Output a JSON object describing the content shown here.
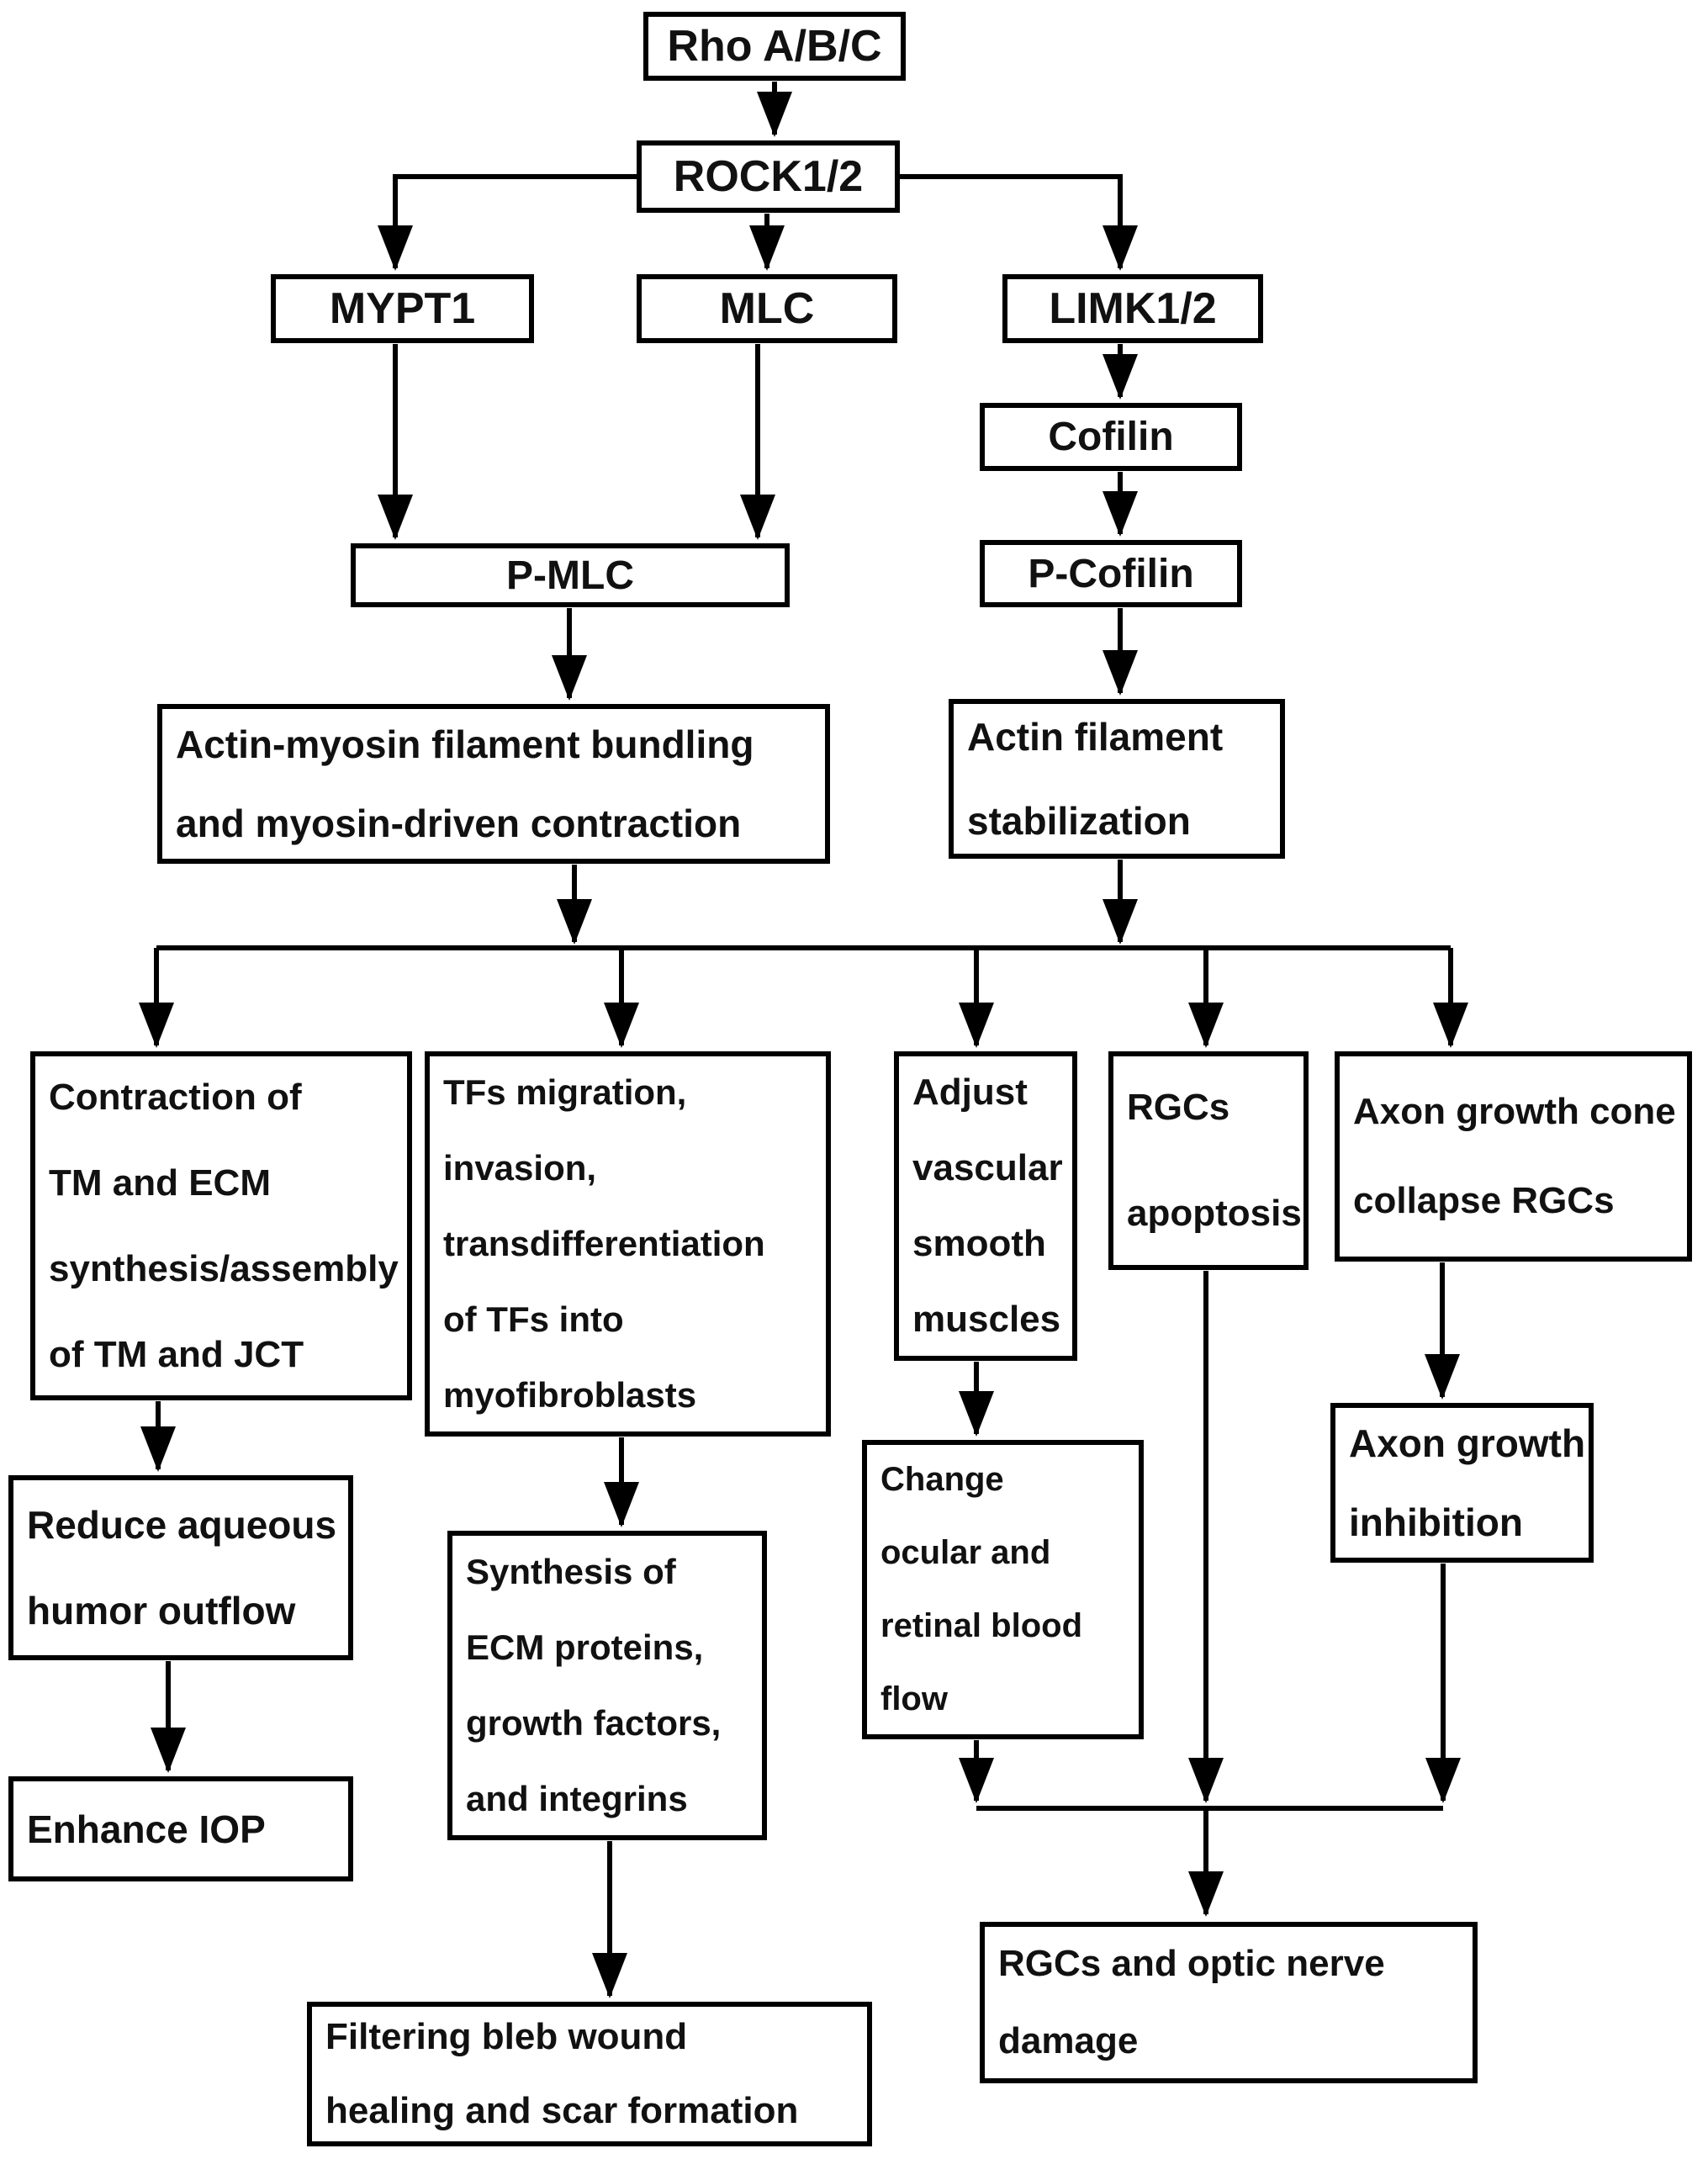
{
  "figure": {
    "type": "flowchart",
    "colors": {
      "background": "#ffffff",
      "box_fill": "#ffffff",
      "box_border": "#000000",
      "connector": "#000000",
      "text": "#111111"
    },
    "nodes": {
      "rho": {
        "lines": [
          "Rho A/B/C"
        ]
      },
      "rock": {
        "lines": [
          "ROCK1/2"
        ]
      },
      "mypt1": {
        "lines": [
          "MYPT1"
        ]
      },
      "mlc": {
        "lines": [
          "MLC"
        ]
      },
      "limk": {
        "lines": [
          "LIMK1/2"
        ]
      },
      "cofilin": {
        "lines": [
          "Cofilin"
        ]
      },
      "pcofilin": {
        "lines": [
          "P-Cofilin"
        ]
      },
      "pmlc": {
        "lines": [
          "P-MLC"
        ]
      },
      "actin_myosin": {
        "lines": [
          "Actin-myosin filament bundling",
          "and myosin-driven contraction"
        ]
      },
      "actin_stab": {
        "lines": [
          "Actin filament",
          "stabilization"
        ]
      },
      "contraction": {
        "lines": [
          "Contraction of",
          "TM and ECM",
          "synthesis/assembly",
          "of TM and JCT"
        ]
      },
      "tfs": {
        "lines": [
          "TFs migration,",
          "invasion,",
          "transdifferentiation",
          "of TFs into",
          "myofibroblasts"
        ]
      },
      "adjust": {
        "lines": [
          "Adjust",
          "vascular",
          "smooth",
          "muscles"
        ]
      },
      "rgcs_apoptosis": {
        "lines": [
          "RGCs",
          "apoptosis"
        ]
      },
      "axon_cone": {
        "lines": [
          "Axon growth cone",
          "collapse RGCs"
        ]
      },
      "reduce_outflow": {
        "lines": [
          "Reduce aqueous",
          "humor outflow"
        ]
      },
      "enhance_iop": {
        "lines": [
          "Enhance IOP"
        ]
      },
      "synthesis": {
        "lines": [
          "Synthesis of",
          "ECM proteins,",
          "growth factors,",
          "and integrins"
        ]
      },
      "change_flow": {
        "lines": [
          "Change",
          "ocular and",
          "retinal blood",
          "flow"
        ]
      },
      "axon_inhibition": {
        "lines": [
          "Axon growth",
          "inhibition"
        ]
      },
      "filtering_bleb": {
        "lines": [
          "Filtering bleb wound",
          "healing and scar formation"
        ]
      },
      "rgcs_damage": {
        "lines": [
          "RGCs and optic nerve",
          "damage"
        ]
      }
    }
  }
}
